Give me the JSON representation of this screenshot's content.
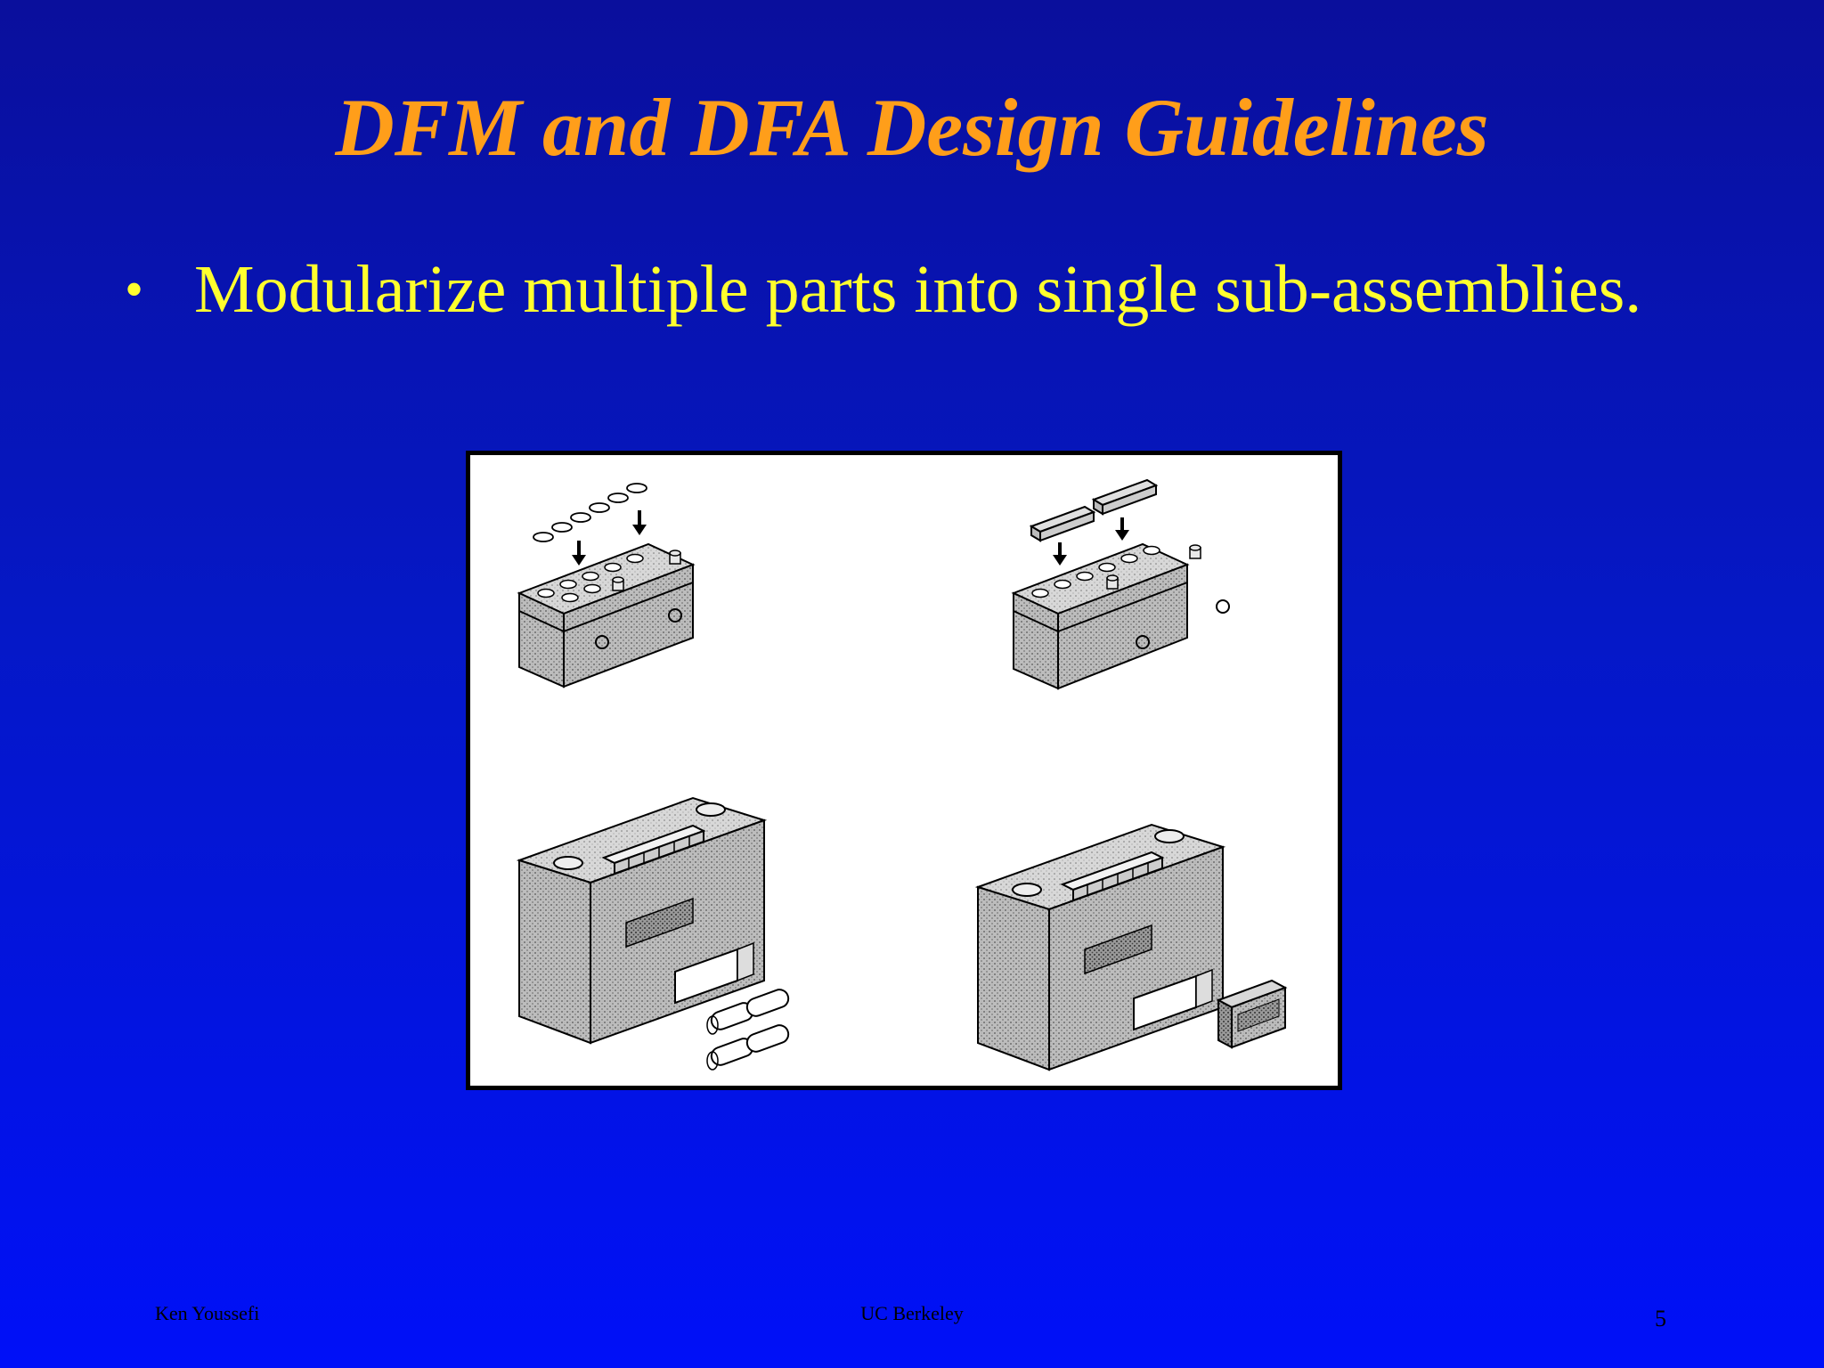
{
  "slide": {
    "title": "DFM and DFA Design Guidelines",
    "bullets": [
      {
        "marker": "•",
        "text": "Modularize multiple parts into single sub-assemblies."
      }
    ],
    "footer": {
      "author": "Ken Youssefi",
      "institution": "UC Berkeley",
      "page_number": "5"
    },
    "colors": {
      "title": "#ff9e1a",
      "bullet_text": "#ffff2e",
      "background_top": "#0a0f9c",
      "background_bottom": "#0010f8"
    }
  }
}
